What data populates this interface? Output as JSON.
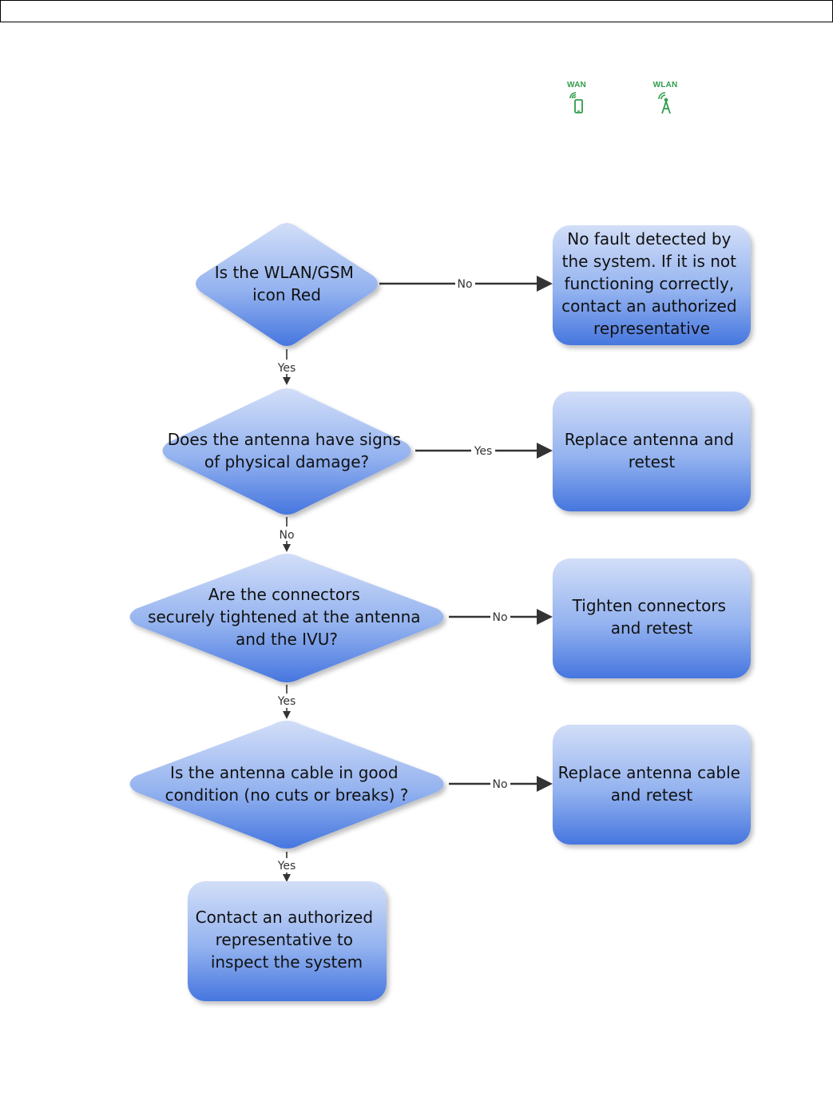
{
  "header": {
    "wan_label": "WAN",
    "wlan_label": "WLAN"
  },
  "colors": {
    "status_green": "#2f9d4a",
    "node_top": "#c9d8f7",
    "node_bottom": "#4a7be0",
    "arrow": "#333333"
  },
  "icons": {
    "wan": "phone-signal-icon",
    "wlan": "antenna-tower-icon"
  },
  "flow": {
    "q1": [
      "Is the WLAN/GSM",
      "icon Red"
    ],
    "q2": [
      "Does the antenna have signs",
      "of physical damage?"
    ],
    "q3": [
      "Are the connectors",
      "securely tightened at the antenna",
      "and the IVU?"
    ],
    "q4": [
      "Is the antenna cable in good",
      "condition (no cuts or breaks) ?"
    ],
    "r1": [
      "No fault detected by",
      "the system. If it is not",
      "functioning correctly,",
      "contact an authorized",
      "representative"
    ],
    "r2": [
      "Replace antenna and",
      "retest"
    ],
    "r3": [
      "Tighten connectors",
      "and retest"
    ],
    "r4": [
      "Replace antenna cable",
      "and retest"
    ],
    "r5": [
      "Contact an authorized",
      "representative to",
      "inspect the system"
    ],
    "labels": {
      "q1_no": "No",
      "q1_yes": "Yes",
      "q2_yes": "Yes",
      "q2_no": "No",
      "q3_no": "No",
      "q3_yes": "Yes",
      "q4_no": "No",
      "q4_yes": "Yes"
    }
  }
}
